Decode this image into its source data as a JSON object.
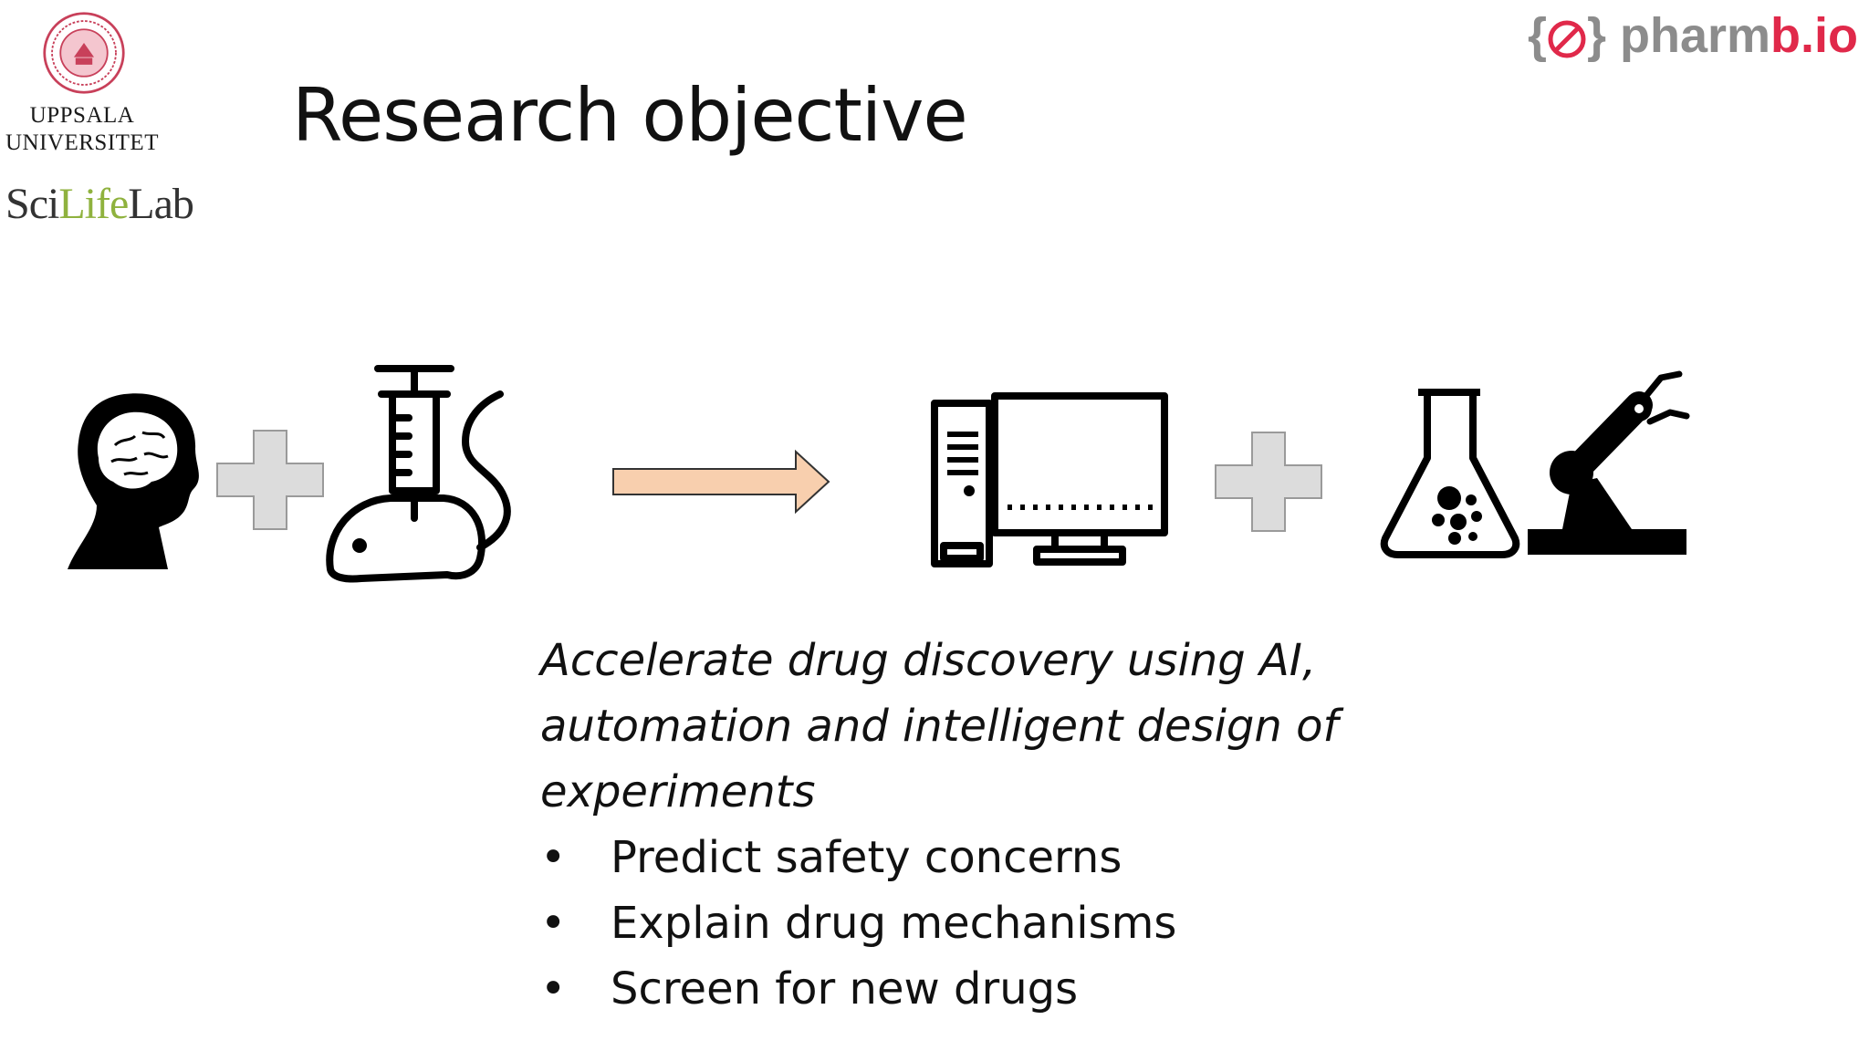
{
  "header": {
    "university_lines": [
      "UPPSALA",
      "UNIVERSITET"
    ],
    "scilifelab_parts": [
      "Sci",
      "Life",
      "Lab"
    ],
    "pharmb_parts": [
      "{",
      "}",
      " pharm",
      "b.io"
    ]
  },
  "title": "Research objective",
  "diagram": {
    "icons": [
      "head-icon",
      "plus-icon",
      "syringe-mouse-icon",
      "arrow-icon",
      "computer-icon",
      "plus-icon",
      "flask-icon",
      "robot-arm-icon"
    ],
    "colors": {
      "plus": "#dcdcdc",
      "arrow_fill": "#f8cfae",
      "black": "#000000"
    }
  },
  "objective_text": "Accelerate drug discovery using AI, automation and intelligent design of experiments",
  "bullets": [
    {
      "marker": "•",
      "text": "Predict safety concerns"
    },
    {
      "marker": "•",
      "text": "Explain drug mechanisms"
    },
    {
      "marker": "•",
      "text": "Screen for new drugs"
    }
  ]
}
